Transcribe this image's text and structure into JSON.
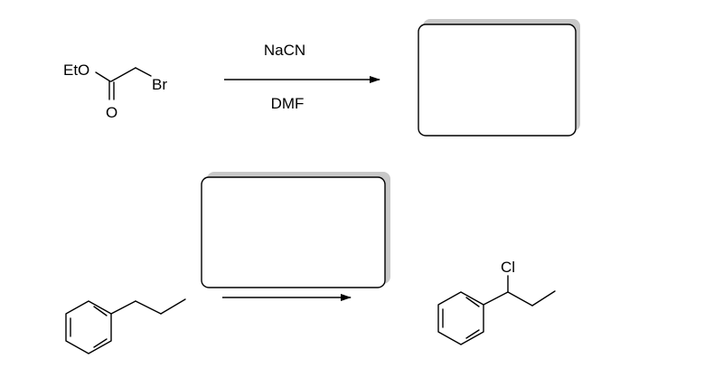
{
  "reaction1": {
    "reactant": {
      "group_left": "EtO",
      "group_right": "Br",
      "carbonyl_oxygen": "O"
    },
    "reagent_above": "NaCN",
    "reagent_below": "DMF",
    "answer_box_content": ""
  },
  "reaction2": {
    "answer_box_content": "",
    "product": {
      "substituent": "Cl"
    }
  },
  "colors": {
    "ink": "#000000",
    "box_shadow": "#c8c8c8",
    "background": "#ffffff"
  }
}
